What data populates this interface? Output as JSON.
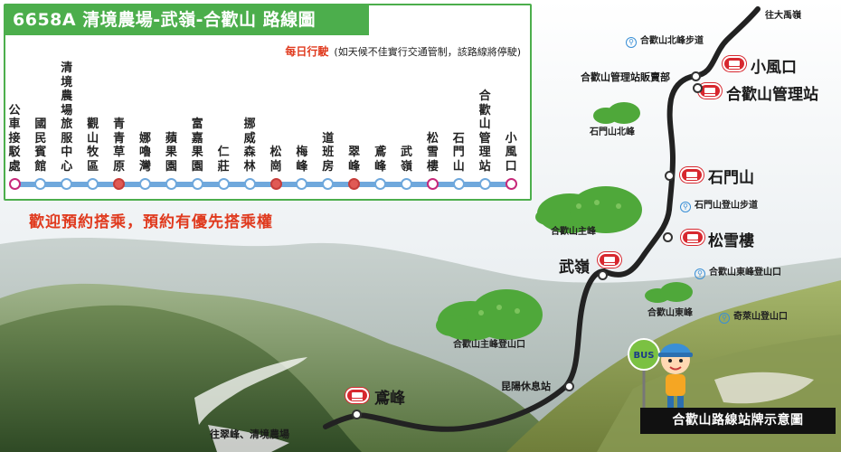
{
  "colors": {
    "accent": "#4cae4c",
    "route": "#6fa8dc",
    "alert": "#e03a1e",
    "bus": "#d7282f"
  },
  "header": {
    "title": "6658A 清境農場-武嶺-合歡山 路線圖",
    "schedule": "每日行駛",
    "schedule_note": "(如天候不佳實行交通管制，該路線將停駛)"
  },
  "stops": [
    {
      "name": "公車接駁處",
      "kind": "end"
    },
    {
      "name": "國民賓館",
      "kind": "normal"
    },
    {
      "name": "清境農場旅服中心",
      "kind": "normal"
    },
    {
      "name": "觀山牧區",
      "kind": "normal"
    },
    {
      "name": "青青草原",
      "kind": "major"
    },
    {
      "name": "娜嚕灣",
      "kind": "normal"
    },
    {
      "name": "蘋果園",
      "kind": "normal"
    },
    {
      "name": "富嘉果園",
      "kind": "normal"
    },
    {
      "name": "仁莊",
      "kind": "normal"
    },
    {
      "name": "挪威森林",
      "kind": "normal"
    },
    {
      "name": "松崗",
      "kind": "major"
    },
    {
      "name": "梅峰",
      "kind": "normal"
    },
    {
      "name": "道班房",
      "kind": "normal"
    },
    {
      "name": "翠峰",
      "kind": "major"
    },
    {
      "name": "鳶峰",
      "kind": "normal"
    },
    {
      "name": "武嶺",
      "kind": "normal"
    },
    {
      "name": "松雪樓",
      "kind": "end"
    },
    {
      "name": "石門山",
      "kind": "normal"
    },
    {
      "name": "合歡山管理站",
      "kind": "normal"
    },
    {
      "name": "小風口",
      "kind": "end"
    }
  ],
  "welcome": "歡迎預約搭乘，預約有優先搭乘權",
  "map": {
    "to_dayuling": "往大禹嶺",
    "north_trail": "合歡山北峰步道",
    "shop": "合歡山管理站販賣部",
    "xiaofengkou": "小風口",
    "station": "合歡山管理站",
    "shimen_north": "石門山北峰",
    "shimenshan": "石門山",
    "shimen_trail": "石門山登山步道",
    "main_peak": "合歡山主峰",
    "songxuelou": "松雪樓",
    "wuling": "武嶺",
    "east_trail": "合歡山東峰登山口",
    "east_peak": "合歡山東峰",
    "qilai_trail": "奇萊山登山口",
    "main_trail": "合歡山主峰登山口",
    "kunyang": "昆陽休息站",
    "yuanfeng": "鳶峰",
    "to_cuifeng": "往翠峰、清境農場",
    "bus_sign": "BUS",
    "legend": "合歡山路線站牌示意圖"
  }
}
